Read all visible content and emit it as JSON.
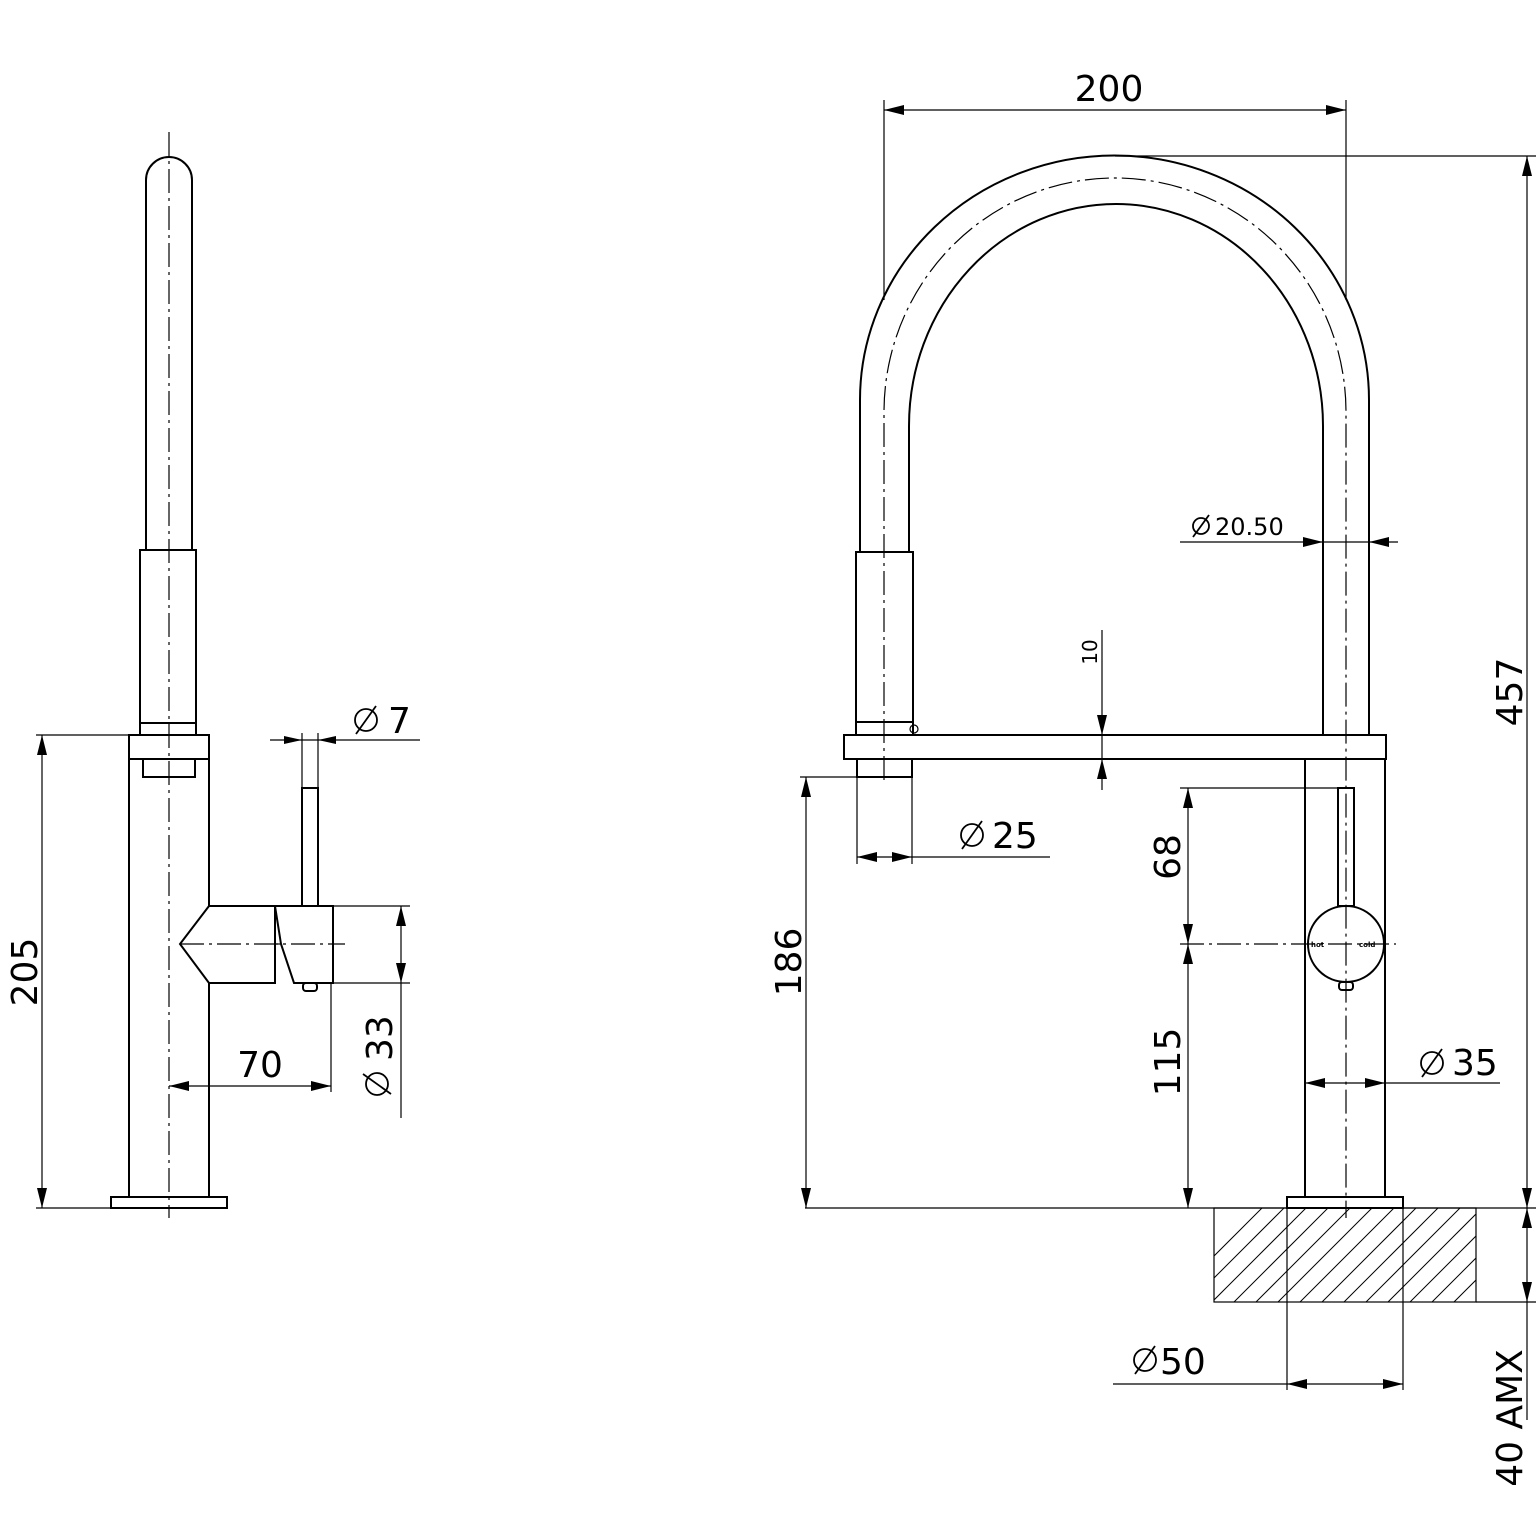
{
  "side_view": {
    "dim_height_total": "205",
    "dim_handle_pin_diameter": "7",
    "dim_handle_body_diameter": "33",
    "dim_handle_reach": "70"
  },
  "front_view": {
    "dim_spout_width": "200",
    "dim_overall_height": "457",
    "dim_hose_diameter": "20.50",
    "dim_spout_arm_thickness": "10",
    "dim_spray_head_diameter": "25",
    "dim_spout_outlet_height": "186",
    "dim_handle_height": "68",
    "dim_handle_centre_height": "115",
    "dim_body_diameter": "35",
    "dim_base_diameter": "50",
    "dim_bench_thickness": "40 AMX",
    "handle_label_hot": "hot",
    "handle_label_cold": "cold"
  }
}
